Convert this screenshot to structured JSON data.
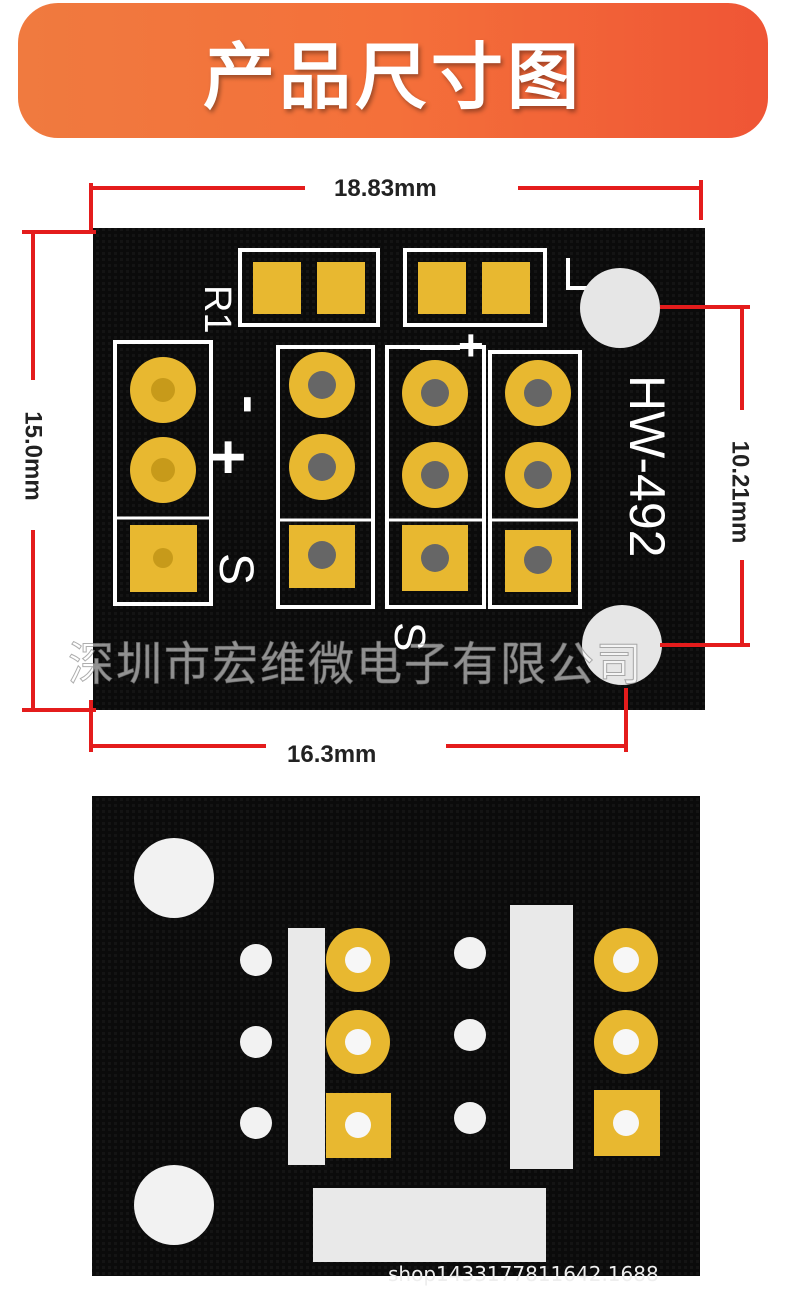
{
  "banner": {
    "title": "产品尺寸图"
  },
  "dimensions": {
    "top_width": "18.83mm",
    "bottom_width": "16.3mm",
    "left_height": "15.0mm",
    "right_hole_spacing": "10.21mm"
  },
  "board_front": {
    "model": "HW-492",
    "resistor_label": "R1",
    "pin_minus": "-",
    "pin_plus": "+",
    "pin_signal": "S",
    "signal_label_lower": "S",
    "top_plus": "+"
  },
  "watermark": "深圳市宏维微电子有限公司",
  "shop_url": "shop1433177811642.1688",
  "colors": {
    "banner_start": "#f07a3f",
    "banner_end": "#ef5535",
    "pcb": "#0a0a0a",
    "pad_gold": "#e8b830",
    "silkscreen": "#ffffff",
    "dimension_red": "#e41c1c"
  }
}
